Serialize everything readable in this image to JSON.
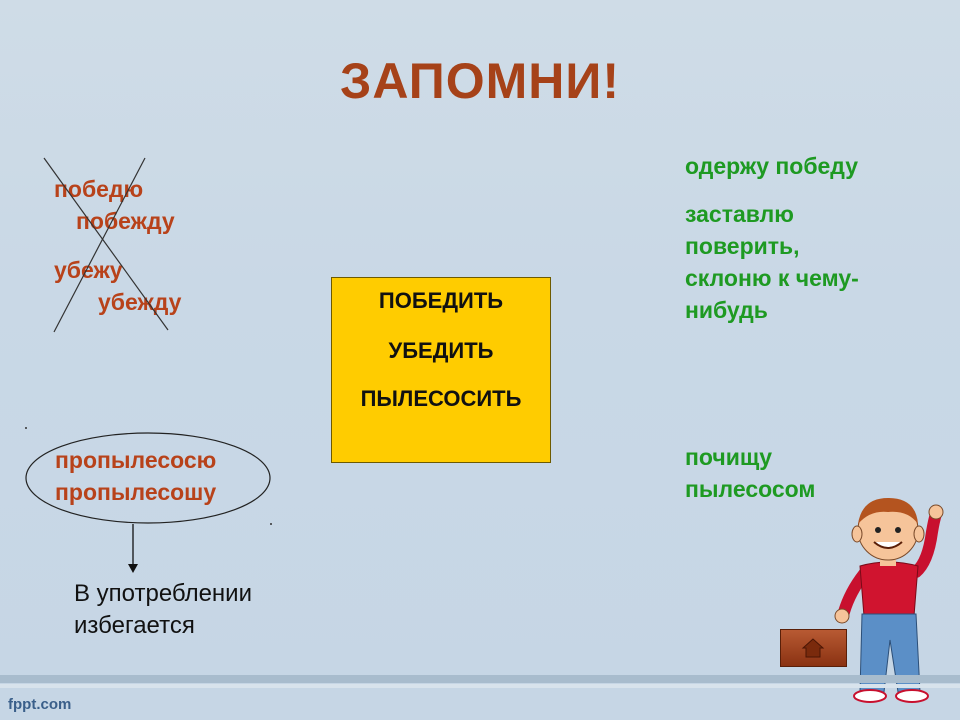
{
  "slide": {
    "title": "ЗАПОМНИ!"
  },
  "wrong_forms": {
    "items": [
      "победю",
      "побежду",
      "убежу",
      "убежду"
    ]
  },
  "center_box": {
    "verbs": [
      "ПОБЕДИТЬ",
      "УБЕДИТЬ",
      "ПЫЛЕСОСИТЬ"
    ]
  },
  "correct_forms": {
    "pobedit": "одержу победу",
    "ubedit": [
      "заставлю",
      "поверить,",
      "склоню к чему-",
      "нибудь"
    ],
    "pylesosit": [
      "почищу",
      "пылесосом"
    ]
  },
  "rare_forms": {
    "items": [
      "пропылесосю",
      "пропылесошу"
    ],
    "note": [
      "В употреблении",
      "избегается"
    ]
  },
  "footer": {
    "logo": "fppt.com"
  },
  "colors": {
    "title": "#a64219",
    "wrong": "#b8421a",
    "correct": "#1e9a22",
    "box": "#ffcc00"
  },
  "icons": {
    "home_button": "home-icon",
    "character": "boy-character"
  }
}
